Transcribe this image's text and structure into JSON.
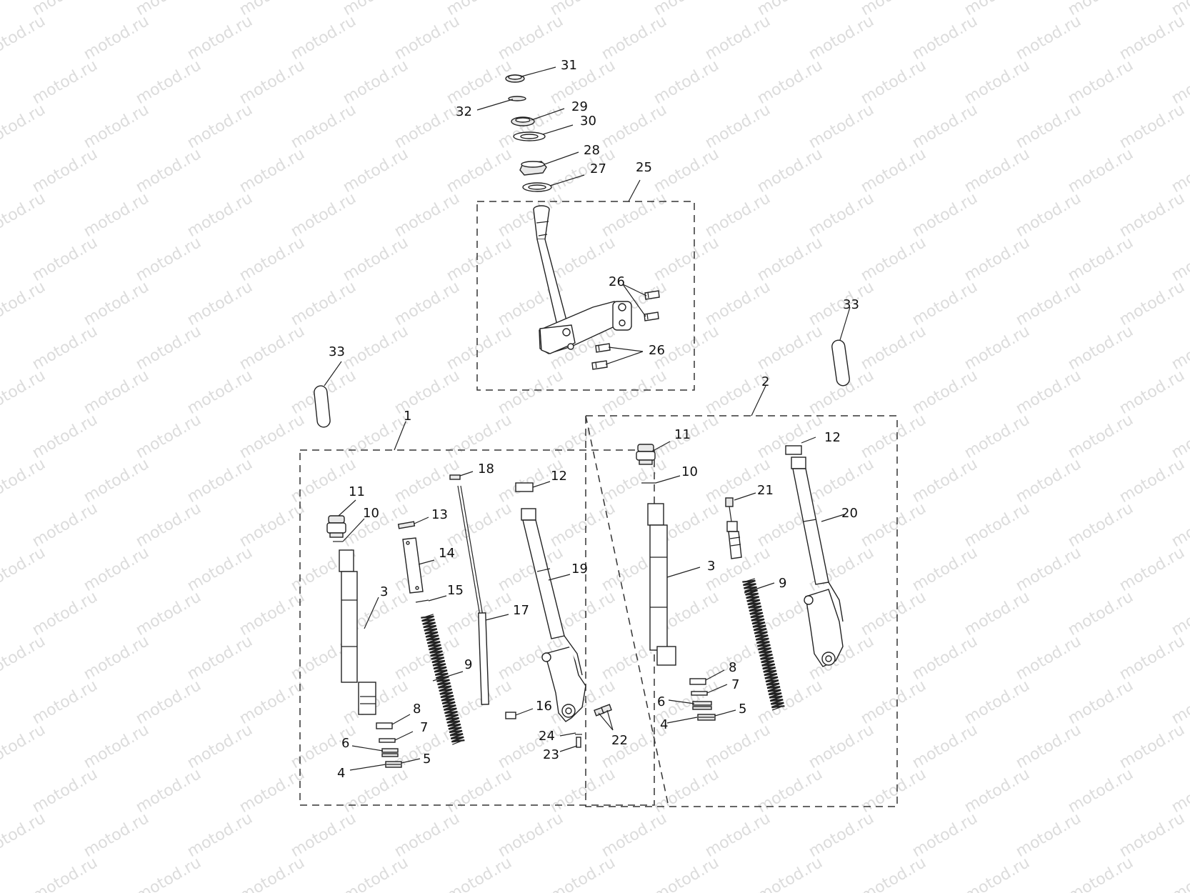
{
  "watermark": "motod.ru",
  "labels": {
    "l31": "31",
    "l32": "32",
    "l29": "29",
    "l30": "30",
    "l28": "28",
    "l27": "27",
    "l25": "25",
    "l26a": "26",
    "l26b": "26",
    "l33a": "33",
    "l33b": "33",
    "l1": "1",
    "l2": "2",
    "l18": "18",
    "l12a": "12",
    "l11a": "11",
    "l10a": "10",
    "l13": "13",
    "l14": "14",
    "l3a": "3",
    "l15": "15",
    "l17": "17",
    "l19": "19",
    "l9a": "9",
    "l8a": "8",
    "l16": "16",
    "l7a": "7",
    "l6a": "6",
    "l5a": "5",
    "l4a": "4",
    "l24": "24",
    "l23": "23",
    "l22": "22",
    "l11b": "11",
    "l12b": "12",
    "l10b": "10",
    "l21": "21",
    "l20": "20",
    "l3b": "3",
    "l9b": "9",
    "l8b": "8",
    "l7b": "7",
    "l6b": "6",
    "l5b": "5",
    "l4b": "4"
  }
}
